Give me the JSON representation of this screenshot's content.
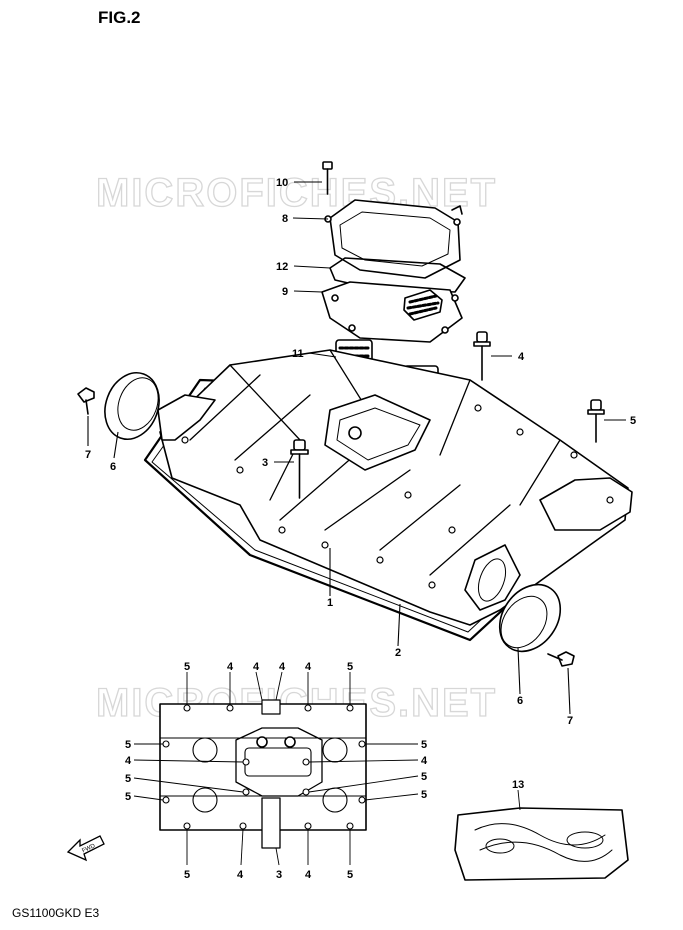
{
  "figure": {
    "title": "FIG.2",
    "model_code": "GS1100GKD  E3"
  },
  "watermark": {
    "text": "MICROFICHES.NET"
  },
  "icons": {
    "front_arrow": "front-arrow-icon"
  },
  "callouts": [
    {
      "label": "10"
    },
    {
      "label": "8"
    },
    {
      "label": "12"
    },
    {
      "label": "9"
    },
    {
      "label": "11"
    },
    {
      "label": "4"
    },
    {
      "label": "5"
    },
    {
      "label": "7"
    },
    {
      "label": "6"
    },
    {
      "label": "3"
    },
    {
      "label": "1"
    },
    {
      "label": "2"
    },
    {
      "label": "6"
    },
    {
      "label": "7"
    },
    {
      "label": "5"
    },
    {
      "label": "4"
    },
    {
      "label": "4"
    },
    {
      "label": "4"
    },
    {
      "label": "4"
    },
    {
      "label": "5"
    },
    {
      "label": "5"
    },
    {
      "label": "4"
    },
    {
      "label": "5"
    },
    {
      "label": "5"
    },
    {
      "label": "5"
    },
    {
      "label": "4"
    },
    {
      "label": "5"
    },
    {
      "label": "5"
    },
    {
      "label": "5"
    },
    {
      "label": "4"
    },
    {
      "label": "3"
    },
    {
      "label": "4"
    },
    {
      "label": "5"
    },
    {
      "label": "13"
    }
  ]
}
